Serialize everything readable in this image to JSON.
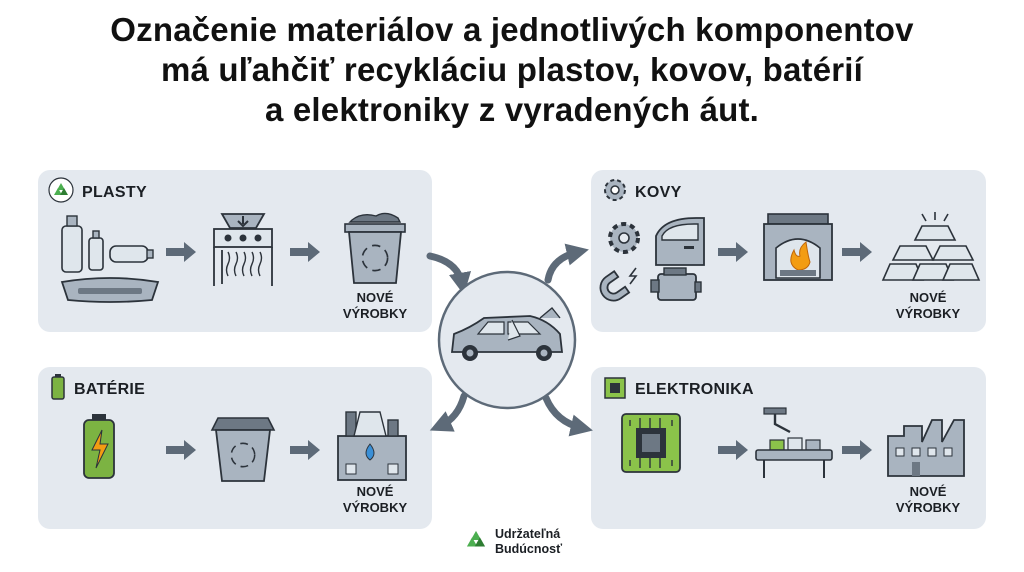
{
  "title": {
    "line1": "Označenie materiálov a jednotlivých komponentov",
    "line2": "má uľahčiť recykláciu plastov, kovov, batérií",
    "line3": "a elektroniky z vyradených áut."
  },
  "panels": {
    "plasty": {
      "label": "PLASTY",
      "output_line1": "NOVÉ",
      "output_line2": "VÝROBKY"
    },
    "kovy": {
      "label": "KOVY",
      "output_line1": "NOVÉ",
      "output_line2": "VÝROBKY"
    },
    "baterie": {
      "label": "BATÉRIE",
      "output_line1": "NOVÉ",
      "output_line2": "VÝROBKY"
    },
    "elektronika": {
      "label": "ELEKTRONIKA",
      "output_line1": "NOVÉ",
      "output_line2": "VÝROBKY"
    }
  },
  "footer": {
    "line1": "Udržateľná",
    "line2": "Budúcnosť"
  },
  "colors": {
    "panel": "#e4e9ef",
    "arrow": "#5d6a78",
    "icon_stroke": "#2c333b",
    "icon_fill": "#a9b4c0",
    "recycle_green": "#4caf50",
    "flame": "#f39c12",
    "chip_green": "#8bc34a",
    "battery_green": "#7cb342",
    "water_blue": "#3a8fd6"
  },
  "icons": [
    "recycle-icon",
    "gear-icon",
    "battery-icon",
    "chip-icon",
    "bottles-icon",
    "bumper-icon",
    "shredder-icon",
    "recycle-bin-icon",
    "car-door-icon",
    "magnet-icon",
    "engine-icon",
    "furnace-icon",
    "metal-ingots-icon",
    "factory-icon",
    "conveyor-icon",
    "car-icon"
  ]
}
